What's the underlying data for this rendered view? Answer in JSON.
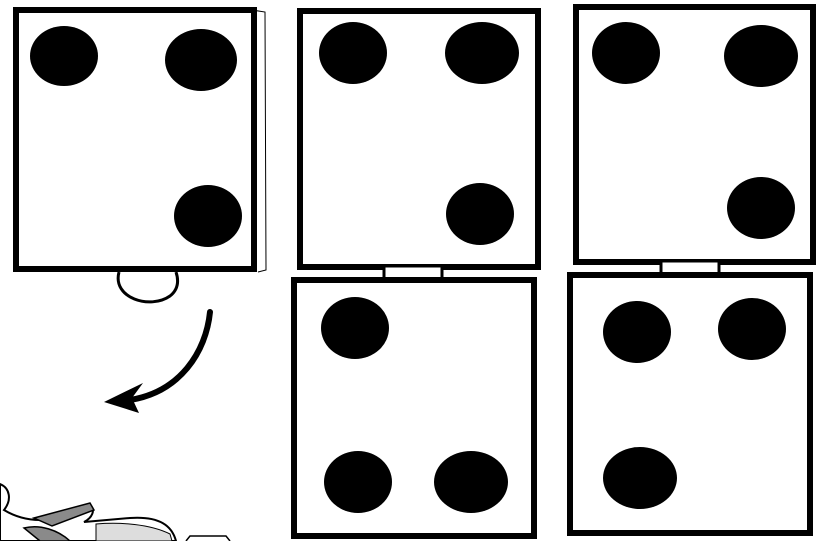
{
  "colors": {
    "background": "#ffffff",
    "stroke": "#000000",
    "dot": "#000000",
    "hand_shading": "#8a8a8a",
    "hand_sleeve_pattern": "#dddddd"
  },
  "figure": {
    "cards": [
      {
        "id": "card-1",
        "dots": [
          "top-left",
          "top-right",
          "bottom-right"
        ],
        "flip_hinge": "bottom"
      },
      {
        "id": "card-2",
        "dots": [
          "top-left",
          "top-right",
          "bottom-right"
        ]
      },
      {
        "id": "card-3",
        "dots": [
          "top-left",
          "top-right",
          "bottom-right"
        ]
      },
      {
        "id": "card-4",
        "dots": [
          "top-left",
          "bottom-left",
          "bottom-right"
        ]
      },
      {
        "id": "card-5",
        "dots": [
          "top-left",
          "top-right",
          "bottom-left"
        ]
      }
    ],
    "icons": [
      "flip-arrow-icon",
      "hand-icon"
    ]
  }
}
